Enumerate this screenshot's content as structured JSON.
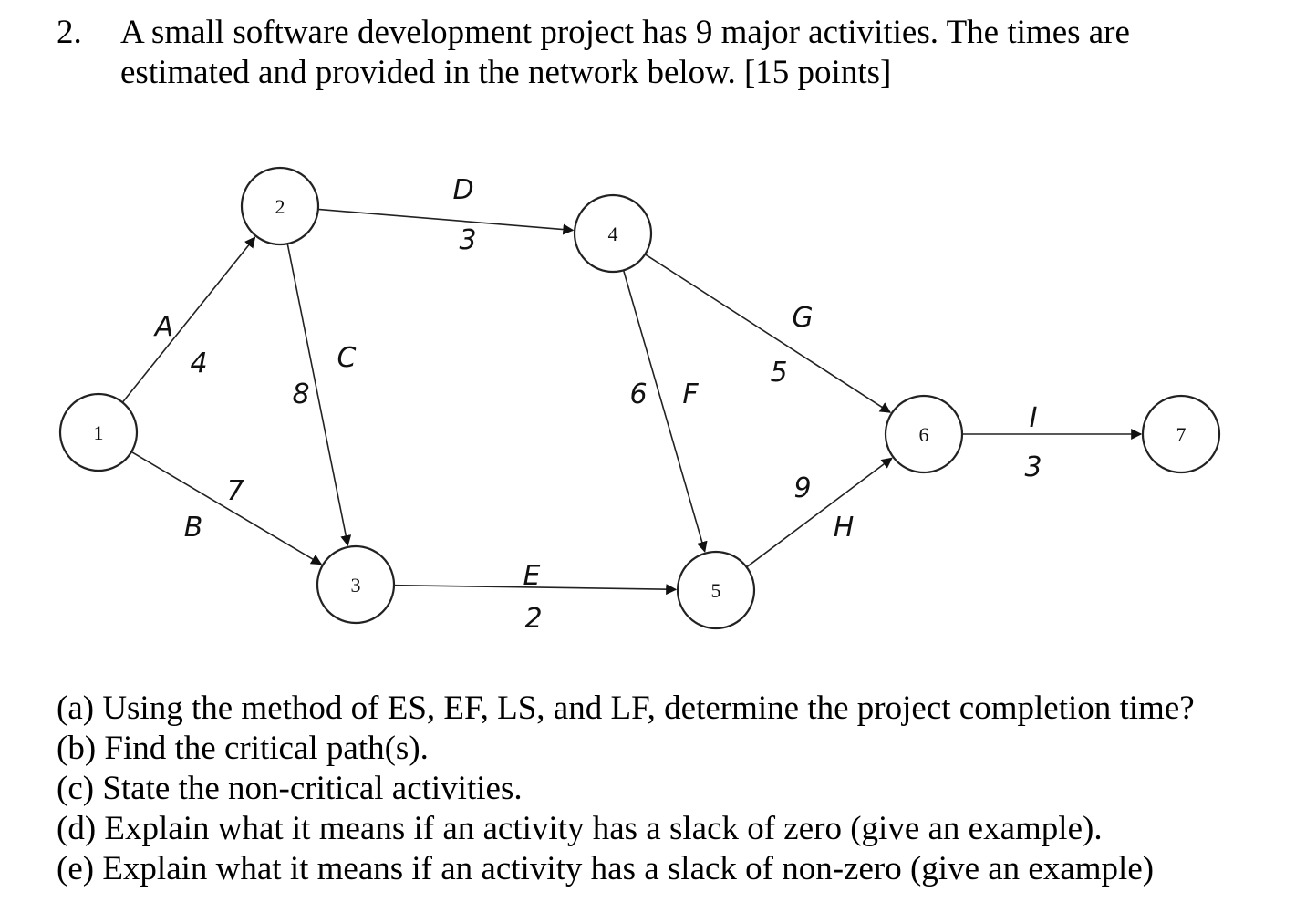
{
  "question": {
    "number": "2.",
    "line1": "A small software development project has 9 major activities. The times are",
    "line2": "estimated and provided in the network below. [15 points]"
  },
  "network": {
    "nodes": [
      {
        "id": "1",
        "label": "1"
      },
      {
        "id": "2",
        "label": "2"
      },
      {
        "id": "3",
        "label": "3"
      },
      {
        "id": "4",
        "label": "4"
      },
      {
        "id": "5",
        "label": "5"
      },
      {
        "id": "6",
        "label": "6"
      },
      {
        "id": "7",
        "label": "7"
      }
    ],
    "activities": [
      {
        "name": "A",
        "time": "4",
        "from": "1",
        "to": "2"
      },
      {
        "name": "B",
        "time": "7",
        "from": "1",
        "to": "3"
      },
      {
        "name": "C",
        "time": "8",
        "from": "2",
        "to": "3"
      },
      {
        "name": "D",
        "time": "3",
        "from": "2",
        "to": "4"
      },
      {
        "name": "E",
        "time": "2",
        "from": "3",
        "to": "5"
      },
      {
        "name": "F",
        "time": "6",
        "from": "4",
        "to": "5"
      },
      {
        "name": "G",
        "time": "5",
        "from": "4",
        "to": "6"
      },
      {
        "name": "H",
        "time": "9",
        "from": "5",
        "to": "6"
      },
      {
        "name": "I",
        "time": "3",
        "from": "6",
        "to": "7"
      }
    ]
  },
  "parts": [
    "(a) Using the method of ES, EF, LS, and LF, determine the project completion time?",
    "(b) Find the critical path(s).",
    "(c) State the non-critical activities.",
    "(d) Explain what it means if an activity has a slack of zero (give an example).",
    "(e) Explain what it means if an activity has a slack of non-zero (give an example)"
  ]
}
